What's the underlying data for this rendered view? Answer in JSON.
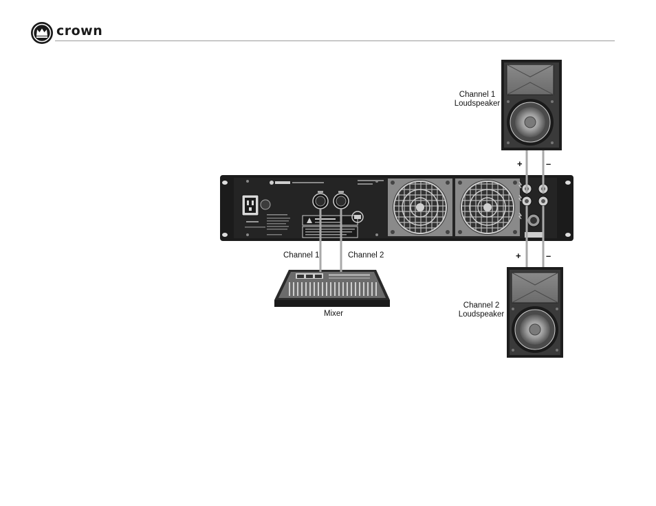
{
  "header": {
    "brand": "crown"
  },
  "diagram": {
    "speaker_top_label": [
      "Channel 1",
      "Loudspeaker"
    ],
    "speaker_bottom_label": [
      "Channel 2",
      "Loudspeaker"
    ],
    "input_label_1": "Channel 1",
    "input_label_2": "Channel 2",
    "mixer_label": "Mixer",
    "top_plus": "+",
    "top_minus": "–",
    "bottom_plus": "+",
    "bottom_minus": "–"
  }
}
